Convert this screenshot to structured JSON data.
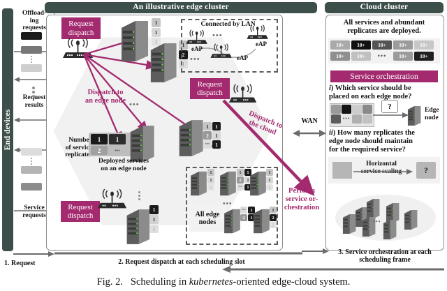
{
  "figure": {
    "caption_prefix": "Fig. 2.",
    "caption_main_a": "Scheduling in ",
    "caption_italic": "kubernetes",
    "caption_main_b": "-oriented edge-cloud system."
  },
  "headers": {
    "edge_cluster": "An illustrative edge cluster",
    "cloud_cluster": "Cloud cluster",
    "end_devices": "End devices"
  },
  "left_rail": {
    "offloading_requests": "Offload-\ning\nrequests",
    "offloading_line1": "Offload-",
    "offloading_line2": "ing",
    "offloading_line3": "requests",
    "request_results_line1": "Request",
    "request_results_line2": "results",
    "service_requests_line1": "Service",
    "service_requests_line2": "requests"
  },
  "edge": {
    "request_dispatch_1": {
      "line1": "Request",
      "line2": "dispatch"
    },
    "request_dispatch_2": {
      "line1": "Request",
      "line2": "dispatch"
    },
    "request_dispatch_3": {
      "line1": "Request",
      "line2": "dispatch"
    },
    "dispatch_edge_node": {
      "line1": "Dispatch to",
      "line2": "an edge node"
    },
    "dispatch_cloud": {
      "line1": "Dispatch to",
      "line2": "the cloud"
    },
    "lan_box_title": "Connected by LAN",
    "eap_label_1": "eAP",
    "eap_label_2": "eAP",
    "eap_label_3": "eAP",
    "number_replicates": {
      "line1": "Number",
      "line2": "of service",
      "line3": "replicates"
    },
    "deployed_services": {
      "line1": "Deployed services",
      "line2": "on an edge node"
    },
    "all_edge_nodes": {
      "line1": "All edge",
      "line2": "nodes"
    },
    "deployed_chips": [
      "1",
      "1",
      "2"
    ],
    "wan_label": "WAN"
  },
  "cloud": {
    "intro_line1": "All services and abundant",
    "intro_line2": "replicates are deployed.",
    "replica_chips_row1": [
      "10+",
      "10+",
      "10+",
      "10+",
      "10+"
    ],
    "replica_chips_row2": [
      "10+",
      "10+",
      "10+",
      "10+"
    ],
    "replica_dots": "•••",
    "orchestration_title": "Service orchestration",
    "q1_marker": "i",
    "q1_text": ") Which service should be placed on each edge node?",
    "q1_text_line1": ") Which service should be",
    "q1_text_line2": "placed on each edge node?",
    "q1_question_mark": "?",
    "edge_node_label_line1": "Edge",
    "edge_node_label_line2": "node",
    "q2_marker": "ii",
    "q2_text_line1": ") How many replicates the",
    "q2_text_line2": "edge node should maintain",
    "q2_text_line3": "for the required service?",
    "scaling_line1": "Horizontal",
    "scaling_line2": "service scaling",
    "scaling_question_mark": "?",
    "perform_orchestration": {
      "line1": "Perform",
      "line2": "service or-",
      "line3": "chestration"
    }
  },
  "bottom_axis": {
    "step1": "1. Request",
    "step2": "2. Request dispatch at each scheduling slot",
    "step3_line1": "3. Service orchestration at each",
    "step3_line2": "scheduling frame"
  },
  "colors": {
    "accent_magenta": "#a32a6e",
    "header_dark": "#3d4f4b",
    "panel_border": "#8d8d8d",
    "hex_fill": "#f1f1f1",
    "arrow_gray": "#6b6b6b",
    "server_body": "#6e6e6e",
    "server_light": "#a9a9a9",
    "chip_dark": "#1b1b1b",
    "chip_mid": "#777777",
    "chip_light": "#c9c9c9"
  }
}
